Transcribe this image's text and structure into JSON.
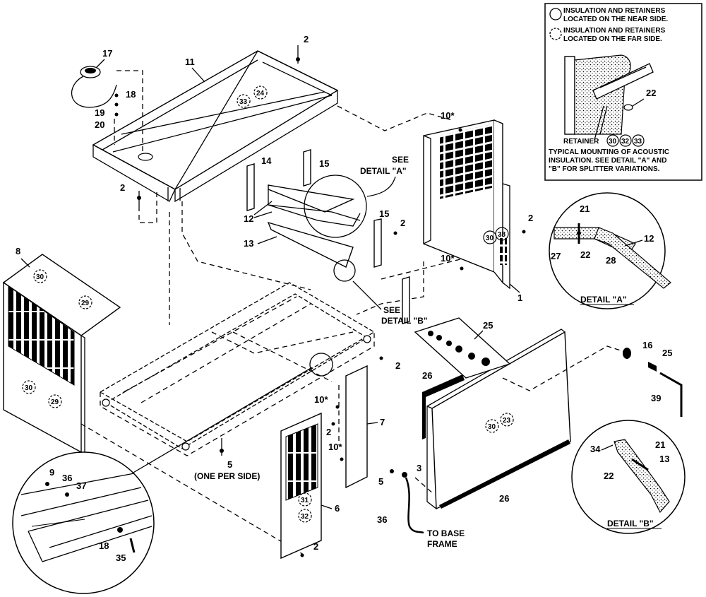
{
  "legend": {
    "near_side": "INSULATION AND RETAINERS LOCATED ON THE NEAR SIDE.",
    "near_side_l1": "INSULATION AND RETAINERS",
    "near_side_l2": "LOCATED ON THE NEAR SIDE.",
    "far_side_l1": "INSULATION AND RETAINERS",
    "far_side_l2": "LOCATED ON THE FAR SIDE.",
    "retainer_label": "RETAINER",
    "retainer_nums": [
      "30",
      "32",
      "33"
    ],
    "ref_22": "22",
    "note_l1": "TYPICAL MOUNTING OF ACOUSTIC",
    "note_l2": "INSULATION. SEE DETAIL \"A\" AND",
    "note_l3": "\"B\" FOR SPLITTER VARIATIONS."
  },
  "callouts": {
    "c17": "17",
    "c11": "11",
    "c2a": "2",
    "c18": "18",
    "c19": "19",
    "c20": "20",
    "c24": "24",
    "c33": "33",
    "c10a": "10*",
    "c2b": "2",
    "c14": "14",
    "c15a": "15",
    "c12": "12",
    "c15b": "15",
    "c2c": "2",
    "c13": "13",
    "c30a": "30",
    "c38": "38",
    "c10b": "10*",
    "c2d": "2",
    "c1": "1",
    "c8": "8",
    "c30b": "30",
    "c29a": "29",
    "c30c": "30",
    "c29b": "29",
    "c25a": "25",
    "c2e": "2",
    "c26a": "26",
    "c7": "7",
    "c10c": "10*",
    "c2f": "2",
    "c10d": "10*",
    "c5a": "5",
    "c6": "6",
    "c31": "31",
    "c32": "32",
    "c2g": "2",
    "c3": "3",
    "c30d": "30",
    "c23": "23",
    "c26b": "26",
    "c5b": "5",
    "c36a": "36",
    "c16": "16",
    "c25b": "25",
    "c39": "39",
    "c9": "9",
    "c36b": "36",
    "c37": "37",
    "c18b": "18",
    "c35": "35",
    "dA21": "21",
    "dA27": "27",
    "dA22": "22",
    "dA28": "28",
    "dA12": "12",
    "dB34": "34",
    "dB21": "21",
    "dB13": "13",
    "dB22": "22"
  },
  "labels": {
    "see_a_1": "SEE",
    "see_a_2": "DETAIL \"A\"",
    "see_b_1": "SEE",
    "see_b_2": "DETAIL \"B\"",
    "one_per_side": "(ONE PER SIDE)",
    "to_base_1": "TO BASE",
    "to_base_2": "FRAME",
    "detail_a": "DETAIL \"A\"",
    "detail_b": "DETAIL \"B\""
  }
}
